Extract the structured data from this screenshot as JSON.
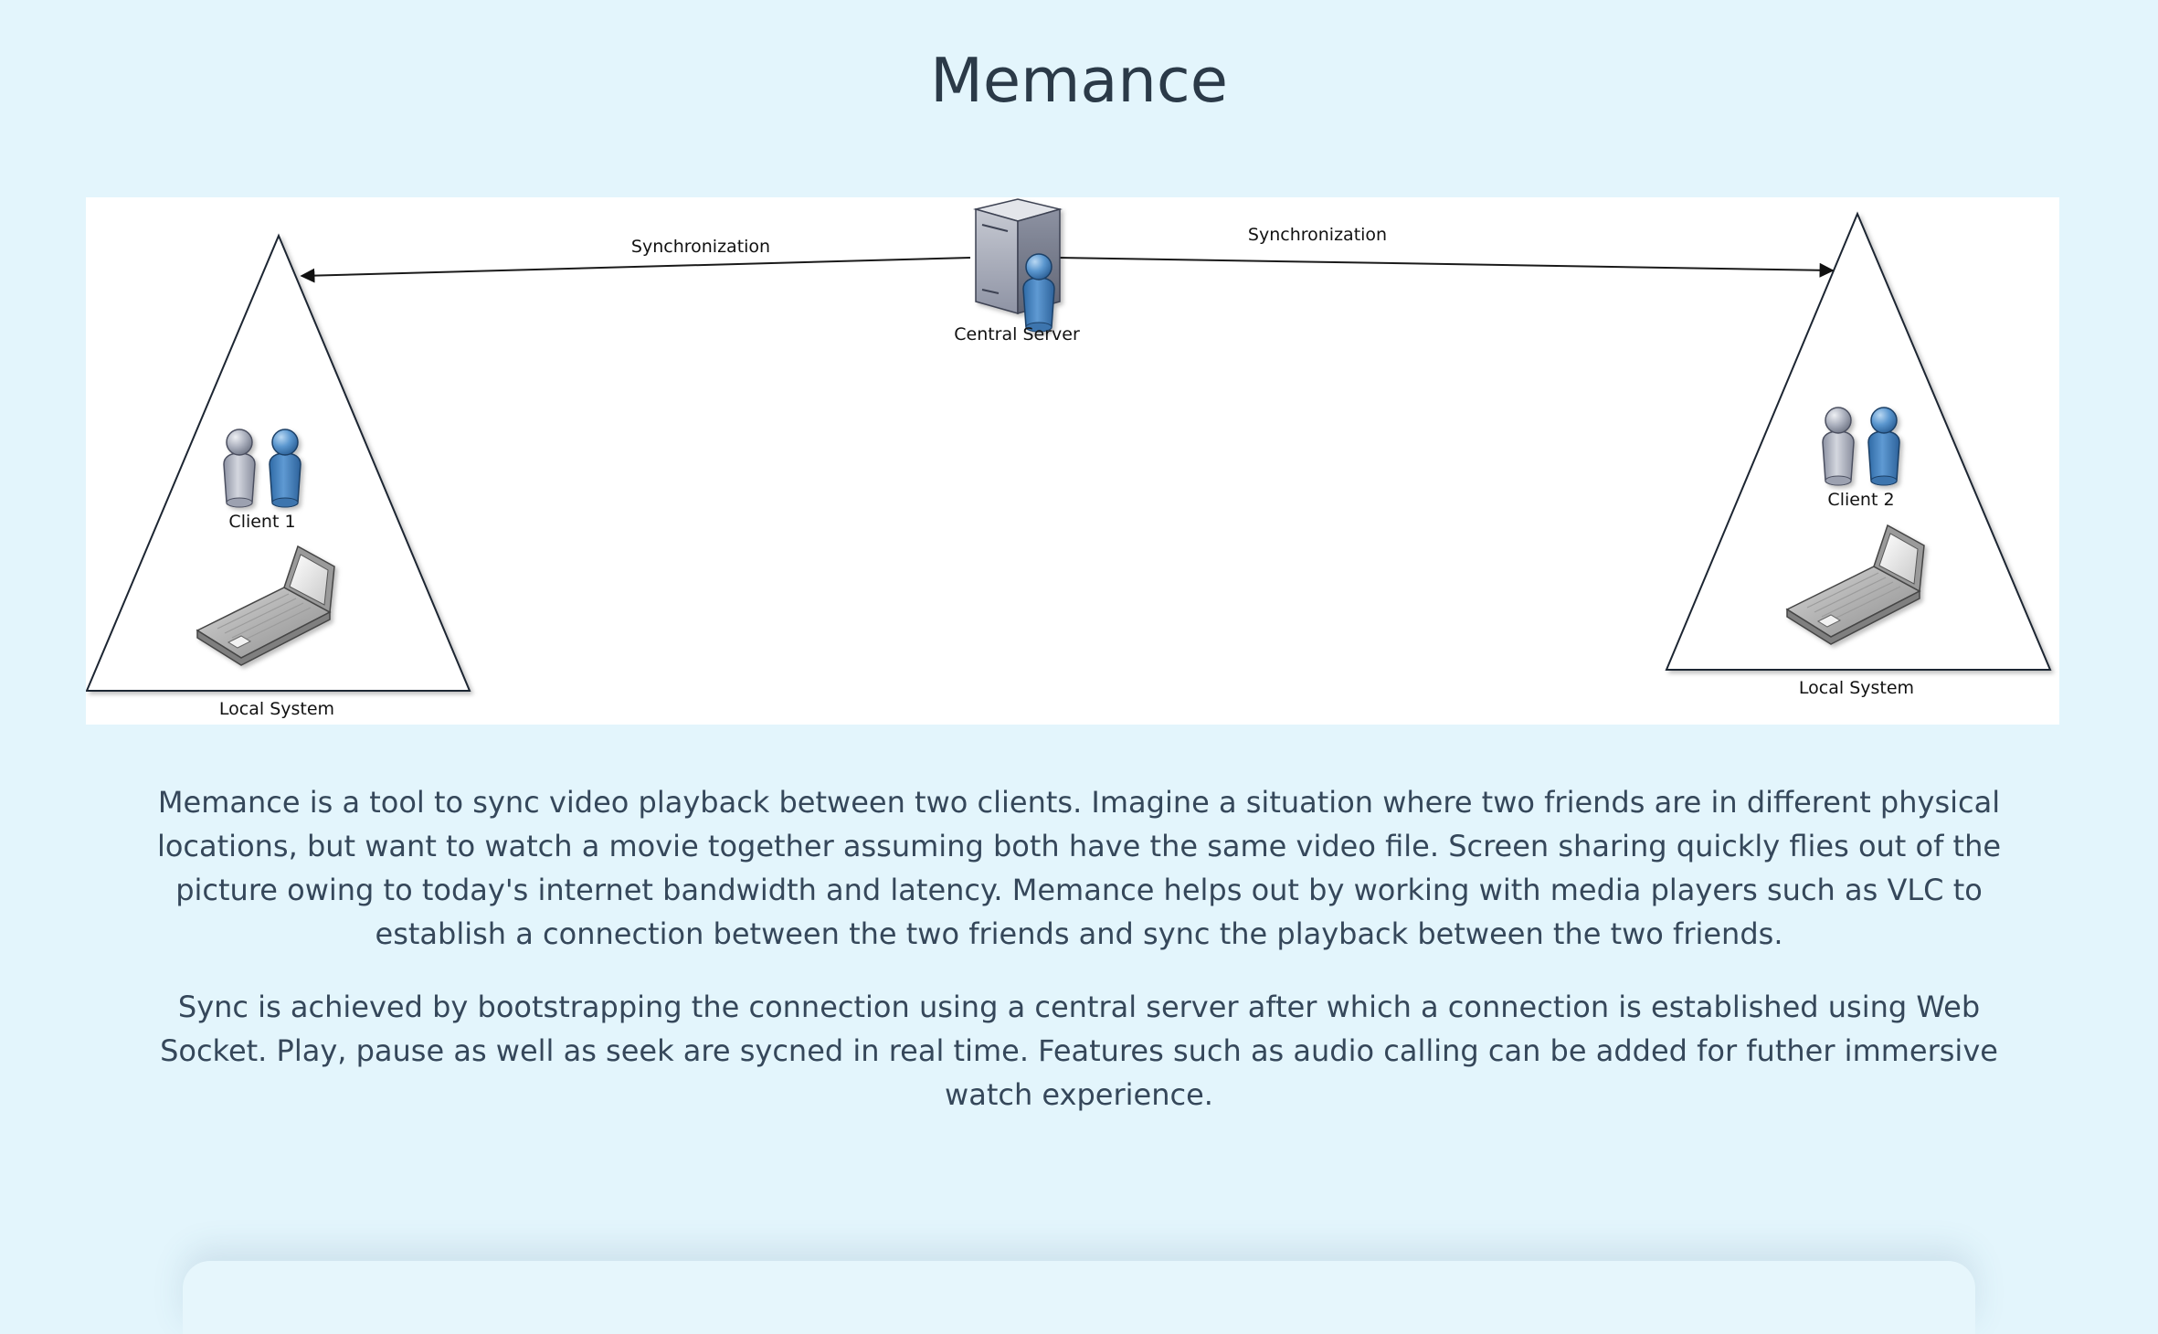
{
  "page": {
    "title": "Memance"
  },
  "diagram": {
    "left_sync_label": "Synchronization",
    "right_sync_label": "Synchronization",
    "server_label": "Central Server",
    "client1_label": "Client 1",
    "client2_label": "Client 2",
    "local_system_left_label": "Local System",
    "local_system_right_label": "Local System"
  },
  "description": {
    "paragraph1": "Memance is a tool to sync video playback between two clients. Imagine a situation where two friends are in different physical locations, but want to watch a movie together assuming both have the same video file. Screen sharing quickly flies out of the picture owing to today's internet bandwidth and latency. Memance helps out by working with media players such as VLC to establish a connection between the two friends and sync the playback between the two friends.",
    "paragraph2": "Sync is achieved by bootstrapping the connection using a central server after which a connection is established using Web Socket. Play, pause as well as seek are sycned in real time. Features such as audio calling can be added for futher immersive watch experience."
  },
  "colors": {
    "background": "#e3f5fc",
    "title": "#2b3a48",
    "body_text": "#35475a",
    "user_blue": "#3b78b5",
    "user_gray": "#a9adbb"
  },
  "icons": {
    "server": "server-icon",
    "users": "users-icon",
    "laptop": "laptop-icon",
    "arrow": "arrowhead-icon"
  }
}
